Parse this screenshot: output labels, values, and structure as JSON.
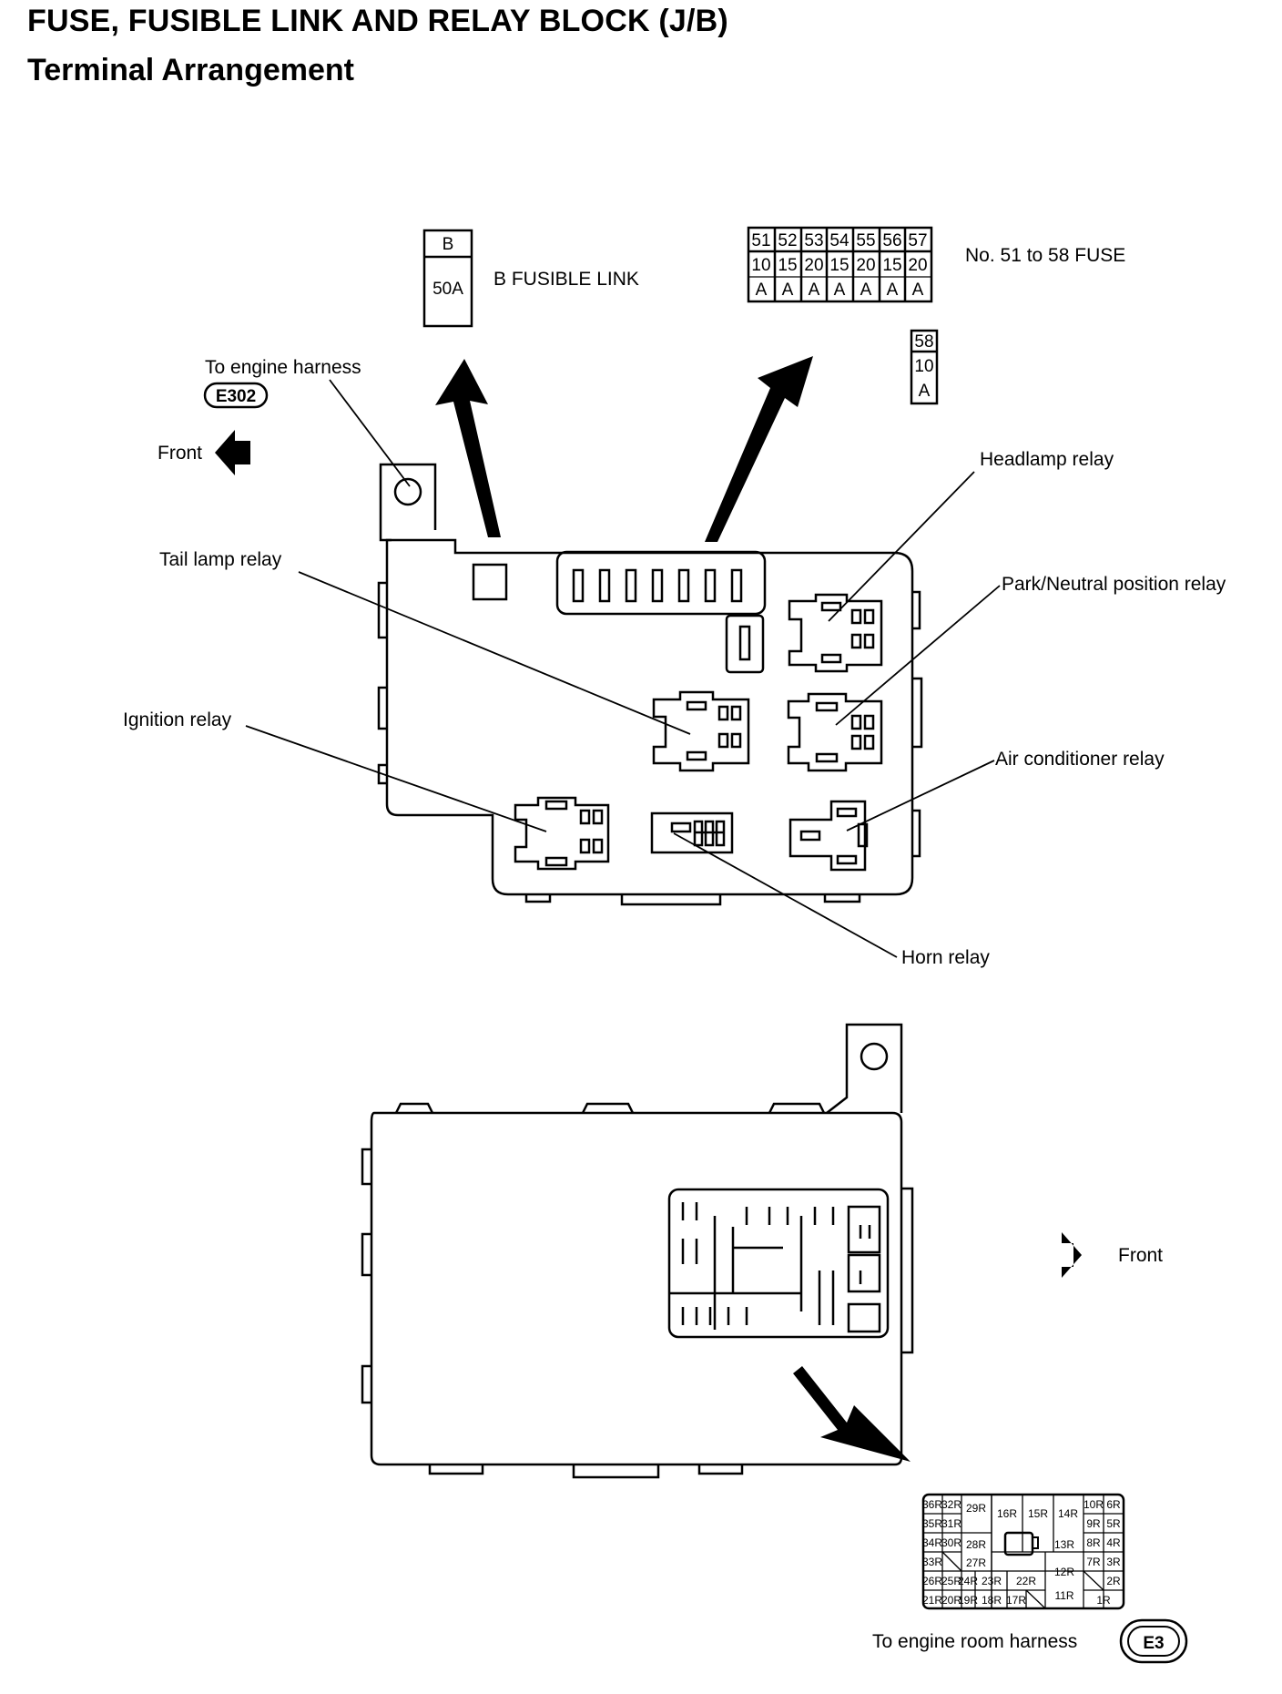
{
  "header": {
    "title": "FUSE, FUSIBLE LINK AND RELAY BLOCK (J/B)",
    "subtitle": "Terminal Arrangement"
  },
  "fusible_link": {
    "code": "B",
    "rating": "50A",
    "label": "B FUSIBLE LINK"
  },
  "fuse_table": {
    "numbers": [
      "51",
      "52",
      "53",
      "54",
      "55",
      "56",
      "57"
    ],
    "amps": [
      "10",
      "15",
      "20",
      "15",
      "20",
      "15",
      "20"
    ],
    "unit": "A",
    "label": "No. 51 to 58 FUSE",
    "extra": {
      "number": "58",
      "amps": "10",
      "unit": "A"
    }
  },
  "top_view": {
    "engine_harness_label": "To engine harness",
    "engine_harness_connector": "E302",
    "front_label": "Front",
    "relays": {
      "headlamp": "Headlamp relay",
      "tail_lamp": "Tail lamp relay",
      "park_neutral": "Park/Neutral position relay",
      "ignition": "Ignition relay",
      "air_conditioner": "Air conditioner relay",
      "horn": "Horn relay"
    }
  },
  "bottom_view": {
    "front_label": "Front",
    "engine_room_label": "To engine room harness",
    "engine_room_connector": "E3",
    "terminals": [
      "36R",
      "32R",
      "29R",
      "16R",
      "15R",
      "14R",
      "10R",
      "6R",
      "35R",
      "31R",
      "28R",
      "9R",
      "5R",
      "34R",
      "30R",
      "13R",
      "8R",
      "4R",
      "33R",
      "27R",
      "7R",
      "3R",
      "26R",
      "25R",
      "24R",
      "23R",
      "22R",
      "12R",
      "2R",
      "21R",
      "20R",
      "19R",
      "18R",
      "17R",
      "11R",
      "1R"
    ]
  }
}
